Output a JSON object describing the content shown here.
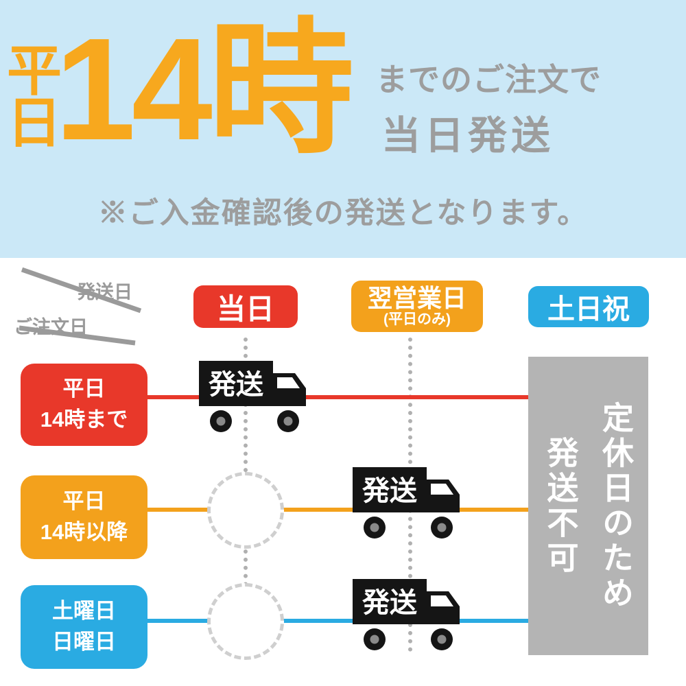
{
  "banner": {
    "weekday_char1": "平",
    "weekday_char2": "日",
    "time": "14時",
    "until_text": "までのご注文で",
    "sameday_text": "当日発送",
    "note": "※ご入金確認後の発送となります。"
  },
  "table": {
    "corner": {
      "ship_date": "発送日",
      "order_date": "ご注文日"
    },
    "columns": [
      {
        "label": "当日"
      },
      {
        "label": "翌営業日",
        "sublabel": "(平日のみ)"
      },
      {
        "label": "土日祝"
      }
    ],
    "rows": [
      {
        "line1": "平日",
        "line2": "14時まで"
      },
      {
        "line1": "平日",
        "line2": "14時以降"
      },
      {
        "line1": "土曜日",
        "line2": "日曜日"
      }
    ],
    "ship_label": "発送",
    "closed_line1": "定休日のため",
    "closed_line2": "発送不可"
  },
  "colors": {
    "accent_orange": "#f7a81e",
    "red": "#e8382a",
    "orange": "#f3a11c",
    "blue": "#2aabe2",
    "light_blue_bg": "#cbe8f7",
    "gray_text": "#9d9d9d",
    "gray_box": "#b4b4b4"
  }
}
